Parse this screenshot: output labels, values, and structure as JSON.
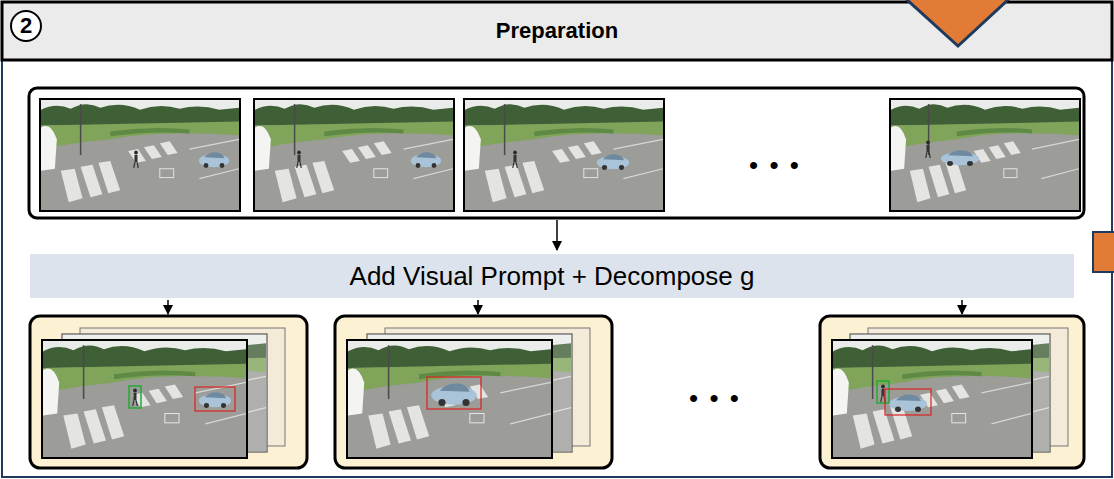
{
  "diagram": {
    "nodes": [
      {
        "text": [
          "Preparation"
        ]
      },
      {
        "text": [
          "2"
        ],
        "in": 0
      },
      {
        "text": [
          "Add Visual Prompt + Decompose g"
        ]
      }
    ],
    "labels": [
      "• • •",
      "• • •"
    ]
  }
}
